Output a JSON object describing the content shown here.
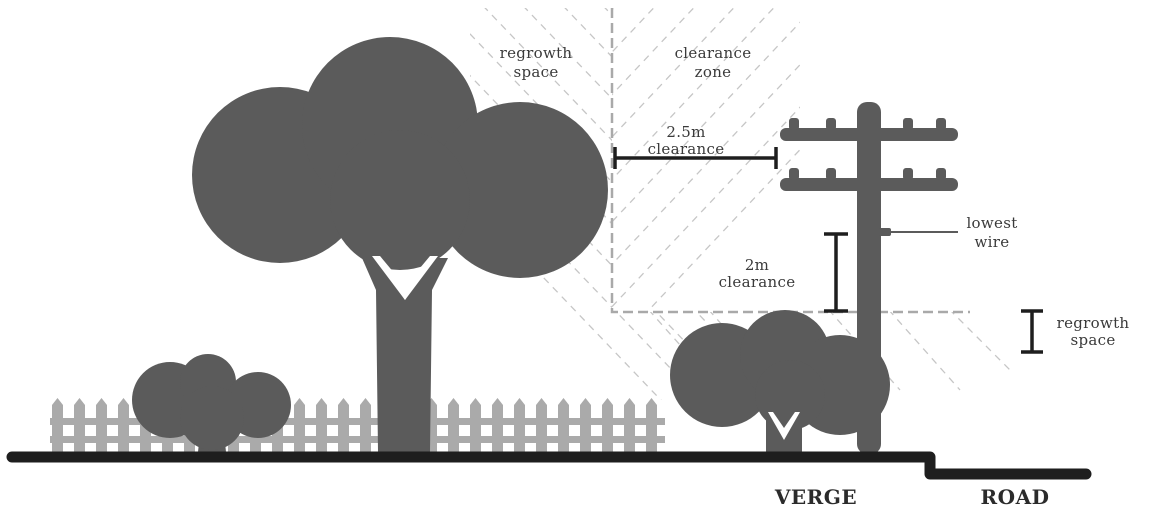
{
  "labels": {
    "regrowth_top_1": "regrowth",
    "regrowth_top_2": "space",
    "clearance_zone_1": "clearance",
    "clearance_zone_2": "zone",
    "clear_25_1": "2.5m",
    "clear_25_2": "clearance",
    "lowest_wire_1": "lowest",
    "lowest_wire_2": "wire",
    "clear_2_1": "2m",
    "clear_2_2": "clearance",
    "regrowth_side_1": "regrowth",
    "regrowth_side_2": "space",
    "verge": "VERGE",
    "road": "ROAD"
  },
  "colors": {
    "tree": "#5b5b5b",
    "fence": "#aaaaaa",
    "ground": "#1e1e1e",
    "dash": "#a9a9a9",
    "hatch": "#c6c6c6",
    "bracket": "#1e1e1e"
  }
}
